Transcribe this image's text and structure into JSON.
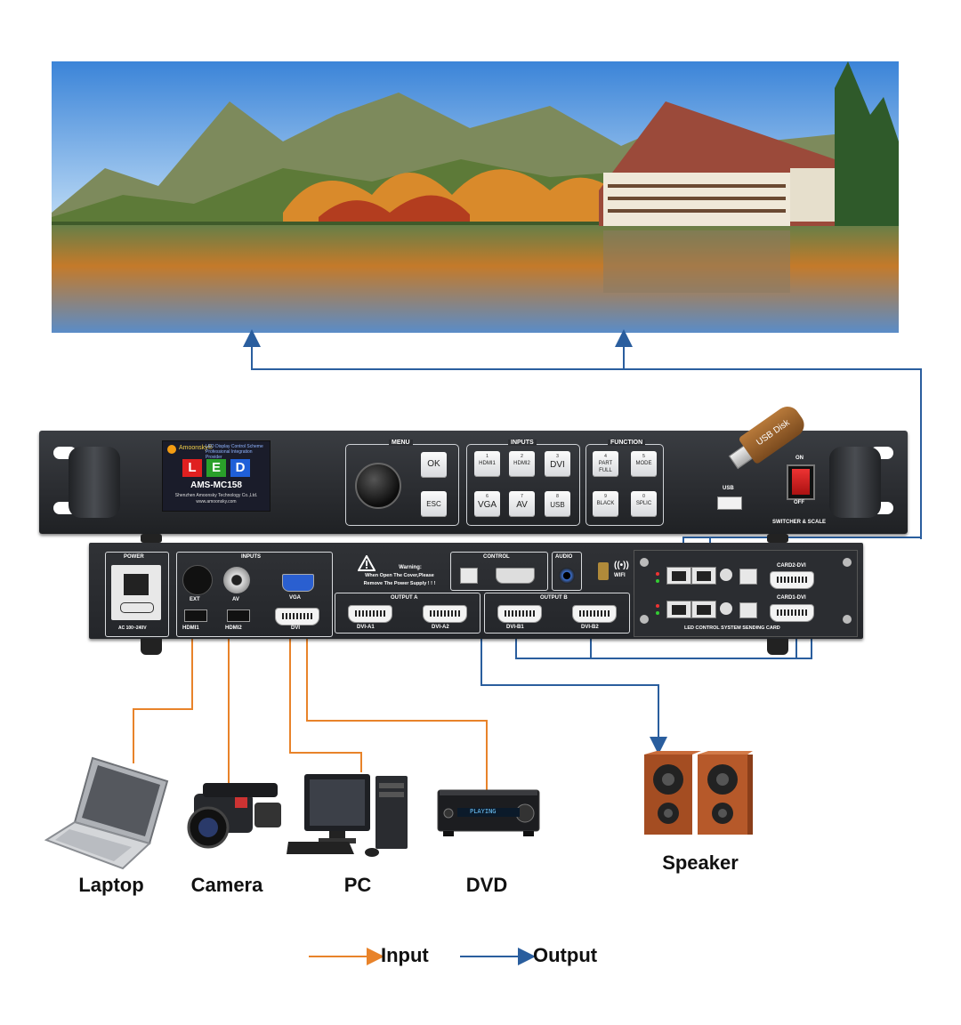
{
  "front_panel": {
    "lcd": {
      "brand": "Amoonsky®",
      "tagline_1": "LED Display Control Scheme",
      "tagline_2": "Professional Integration Provider",
      "led_letters": [
        "L",
        "E",
        "D"
      ],
      "model": "AMS-MC158",
      "company": "Shenzhen Amoonsky Technology Co.,Ltd.",
      "website": "www.amoonsky.com"
    },
    "menu": {
      "label": "MENU",
      "ok": "OK",
      "esc": "ESC"
    },
    "inputs": {
      "label": "INPUTS",
      "keys": [
        {
          "num": "1",
          "label": "HDMI1"
        },
        {
          "num": "2",
          "label": "HDMI2"
        },
        {
          "num": "3",
          "label": "DVI"
        },
        {
          "num": "6",
          "label": "VGA"
        },
        {
          "num": "7",
          "label": "AV"
        },
        {
          "num": "8",
          "label": "USB"
        }
      ]
    },
    "function": {
      "label": "FUNCTION",
      "keys": [
        {
          "num": "4",
          "label": "PART FULL"
        },
        {
          "num": "5",
          "label": "MODE"
        },
        {
          "num": "9",
          "label": "BLACK"
        },
        {
          "num": "0",
          "label": "SPLIC"
        }
      ]
    },
    "usb_label": "USB",
    "usb_disk_label": "USB Disk",
    "switch_on": "ON",
    "switch_off": "OFF",
    "switcher_label": "SWITCHER & SCALE"
  },
  "rear_panel": {
    "power": "POWER",
    "power_rating": "AC 100~240V",
    "inputs_label": "INPUTS",
    "ext": "EXT",
    "av": "AV",
    "vga": "VGA",
    "hdmi1": "HDMI1",
    "hdmi2": "HDMI2",
    "dvi": "DVI",
    "warning_title": "Warning:",
    "warning_line1": "When Open The Cover,Please",
    "warning_line2": "Remove The Power Supply ! ! !",
    "control": "CONTROL",
    "audio": "AUDIO",
    "wifi": "WIFI",
    "output_a": "OUTPUT A",
    "dvi_a1": "DVI-A1",
    "dvi_a2": "DVI-A2",
    "output_b": "OUTPUT B",
    "dvi_b1": "DVI-B1",
    "dvi_b2": "DVI-B2",
    "card2": "CARD2-DVI",
    "card1": "CARD1-DVI",
    "sending_card": "LED CONTROL SYSTEM SENDING CARD"
  },
  "devices": {
    "laptop": "Laptop",
    "camera": "Camera",
    "pc": "PC",
    "dvd": "DVD",
    "speaker": "Speaker",
    "dvd_display": "PLAYING"
  },
  "legend": {
    "input": "Input",
    "output": "Output"
  },
  "colors": {
    "input_line": "#e8832a",
    "output_line": "#2a5e9e"
  }
}
